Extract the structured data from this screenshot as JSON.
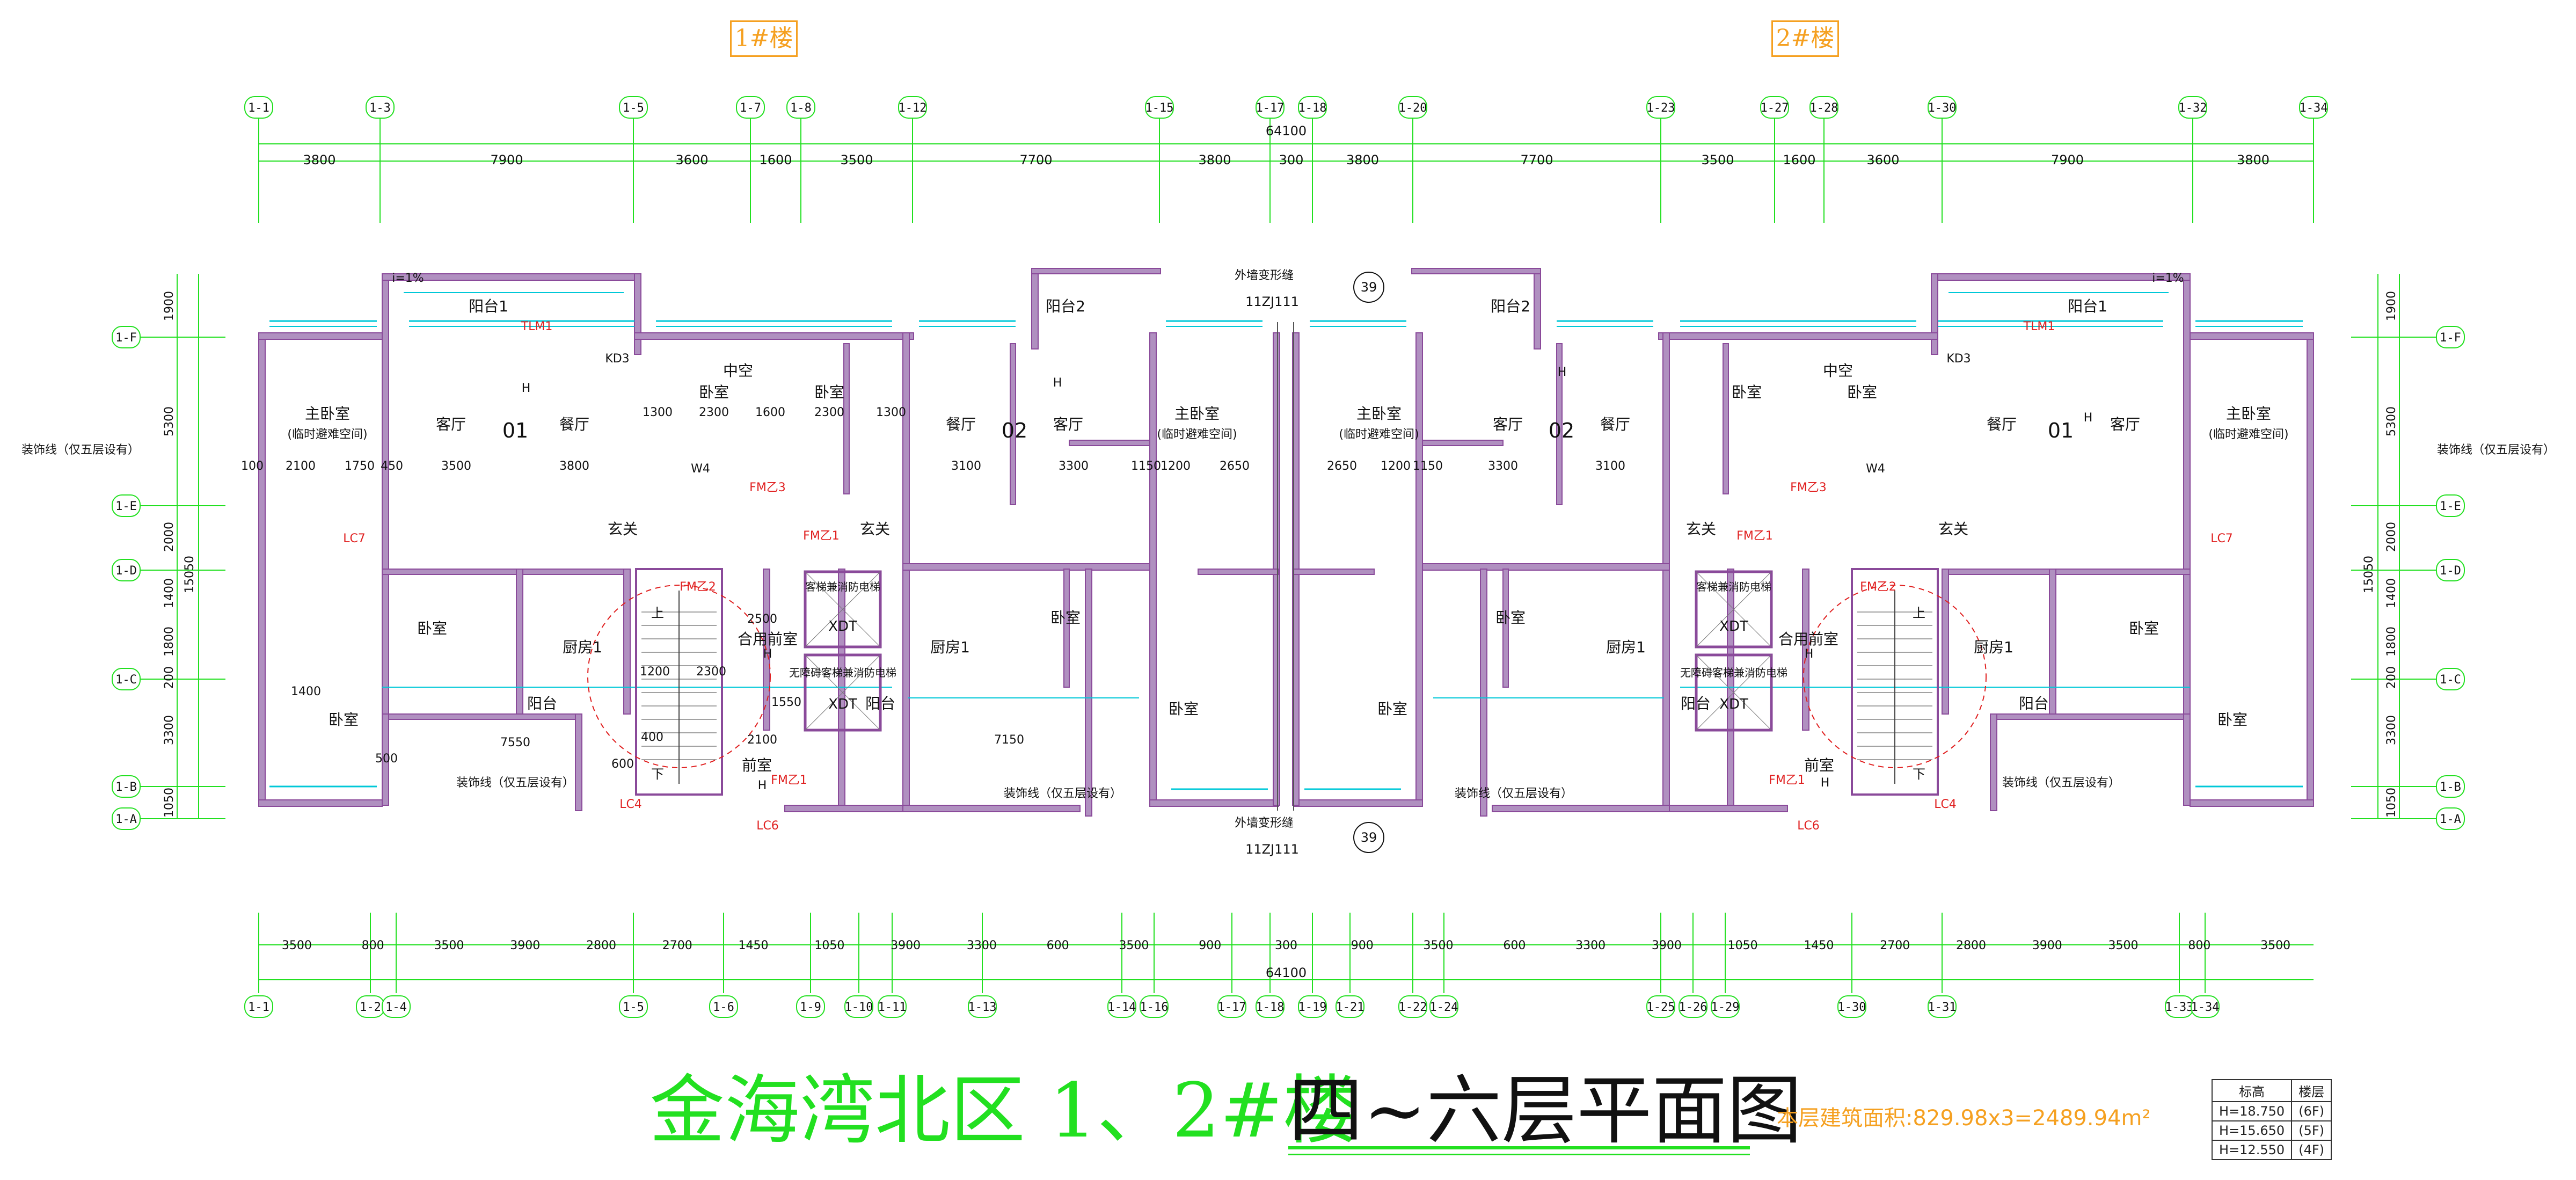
{
  "buildings": {
    "left_label": "1#楼",
    "right_label": "2#楼"
  },
  "title": {
    "main": "金海湾北区  1、2#楼",
    "sub": "四~六层平面图"
  },
  "area_note": "本层建筑面积:829.98x3=2489.94m²",
  "elevation_table": {
    "headers": [
      "标高",
      "楼层"
    ],
    "rows": [
      [
        "H=18.750",
        "(6F)"
      ],
      [
        "H=15.650",
        "(5F)"
      ],
      [
        "H=12.550",
        "(4F)"
      ]
    ]
  },
  "colors": {
    "dim": "#22e020",
    "wall": "#8a4a9a",
    "wall_fill": "#b090c0",
    "window": "#00c8d8",
    "label": "#f5a020",
    "door": "#e02020"
  },
  "axes_top": [
    "1-1",
    "1-3",
    "1-5",
    "1-7",
    "1-8",
    "1-12",
    "1-15",
    "1-17",
    "1-18",
    "1-20",
    "1-23",
    "1-27",
    "1-28",
    "1-30",
    "1-32",
    "1-34"
  ],
  "dims_top": [
    "3800",
    "7900",
    "3600",
    "1600",
    "3500",
    "7700",
    "3800",
    "300",
    "3800",
    "7700",
    "3500",
    "1600",
    "3600",
    "7900",
    "3800"
  ],
  "overall_top": "64100",
  "axes_bottom": [
    "1-1",
    "1-2",
    "1-4",
    "1-5",
    "1-6",
    "1-9",
    "1-10",
    "1-11",
    "1-13",
    "1-14",
    "1-16",
    "1-17",
    "1-18",
    "1-19",
    "1-21",
    "1-22",
    "1-24",
    "1-25",
    "1-26",
    "1-29",
    "1-30",
    "1-31",
    "1-33",
    "1-34"
  ],
  "dims_bottom": [
    "3500",
    "800",
    "3500",
    "3900",
    "2800",
    "2700",
    "1450",
    "1050",
    "3900",
    "3300",
    "600",
    "3500",
    "900",
    "300",
    "900",
    "3500",
    "600",
    "3300",
    "3900",
    "1050",
    "1450",
    "2700",
    "2800",
    "3900",
    "3500",
    "800",
    "3500"
  ],
  "overall_bottom": "64100",
  "axes_side": [
    "1-F",
    "1-E",
    "1-D",
    "1-C",
    "1-B",
    "1-A"
  ],
  "dims_side": [
    "1900",
    "5300",
    "2000",
    "1400",
    "1800",
    "200",
    "3300",
    "1050"
  ],
  "overall_side": "15050",
  "unit_left": {
    "rooms": [
      {
        "label": "主卧室",
        "sub": "(临时避难空间)"
      },
      {
        "label": "客厅"
      },
      {
        "label": "餐厅"
      },
      {
        "label": "卧室"
      },
      {
        "label": "卧室"
      },
      {
        "label": "卧室"
      },
      {
        "label": "卧室"
      },
      {
        "label": "厨房1"
      },
      {
        "label": "阳台"
      },
      {
        "label": "阳台1"
      },
      {
        "label": "中空"
      },
      {
        "label": "玄关"
      },
      {
        "label": "01"
      }
    ],
    "marks": [
      "TLM1",
      "KD3",
      "W4",
      "FM乙3",
      "LC7",
      "FM乙1",
      "LC4",
      "LC6",
      "i=1%"
    ]
  },
  "unit_mid": {
    "rooms": [
      {
        "label": "卧室"
      },
      {
        "label": "中空"
      },
      {
        "label": "餐厅"
      },
      {
        "label": "客厅"
      },
      {
        "label": "主卧室",
        "sub": "(临时避难空间)"
      },
      {
        "label": "阳台2"
      },
      {
        "label": "厨房1"
      },
      {
        "label": "阳台"
      },
      {
        "label": "卧室"
      },
      {
        "label": "卧室"
      },
      {
        "label": "玄关"
      },
      {
        "label": "02"
      },
      {
        "label": "前室"
      },
      {
        "label": "合用前室"
      }
    ],
    "marks": [
      "TLM1",
      "KD3",
      "W4",
      "FM乙3",
      "LC7",
      "FM乙1",
      "FM乙2",
      "XDT"
    ],
    "lift1": "客梯兼消防电梯",
    "lift2": "无障碍客梯兼消防电梯"
  },
  "dims_plan": [
    "2100",
    "1750",
    "450",
    "3500",
    "3800",
    "1300",
    "2300",
    "1600",
    "2300",
    "1300",
    "3100",
    "3300",
    "1150",
    "1200",
    "2650",
    "2650",
    "1200",
    "1150",
    "3300",
    "3100",
    "100",
    "1200",
    "2300",
    "1550",
    "7550",
    "7150",
    "500",
    "600",
    "400",
    "2100",
    "2500",
    "1400"
  ],
  "notes": {
    "decoration": "装饰线（仅五层设有）",
    "decoration_side": "装饰线（仅五层设有）",
    "detail_callout": "外墙变形缝",
    "detail_ref": "11ZJ111",
    "detail_num": "39",
    "stair_up": "上",
    "stair_down": "下",
    "height_mark": "H"
  }
}
